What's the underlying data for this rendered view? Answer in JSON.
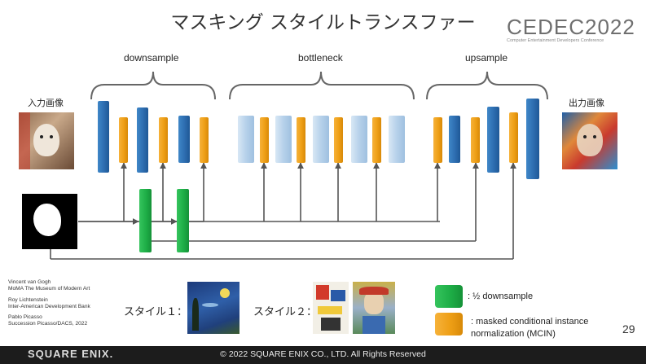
{
  "title": "マスキング スタイルトランスファー",
  "logo": {
    "main": "CEDEC2022",
    "sub": "Computer Entertainment Developers Conference"
  },
  "sections": {
    "downsample": "downsample",
    "bottleneck": "bottleneck",
    "upsample": "upsample"
  },
  "input_label": "入力画像",
  "output_label": "出力画像",
  "credits": [
    {
      "line1": "Vincent van Gogh",
      "line2": "MoMA The Museum of Modern Art"
    },
    {
      "line1": "Roy Lichtenstein",
      "line2": "Inter-American Development Bank"
    },
    {
      "line1": "Pablo Picasso",
      "line2": "Succession Picasso/DACS, 2022"
    }
  ],
  "style1_label": "スタイル１：",
  "style2_label": "スタイル２：",
  "legend": {
    "green": ": ½ downsample",
    "orange_line1": ": masked conditional instance",
    "orange_line2": "normalization (MCIN)"
  },
  "page_number": "29",
  "brand": "SQUARE ENIX.",
  "copyright": "© 2022 SQUARE ENIX CO., LTD. All Rights Reserved",
  "colors": {
    "conv_blue": "#2d6db0",
    "bottleneck_light_blue": "#b6d1ea",
    "mcin_orange": "#ee9f16",
    "downsample_green": "#1eae47",
    "arrow_gray": "#555555"
  }
}
